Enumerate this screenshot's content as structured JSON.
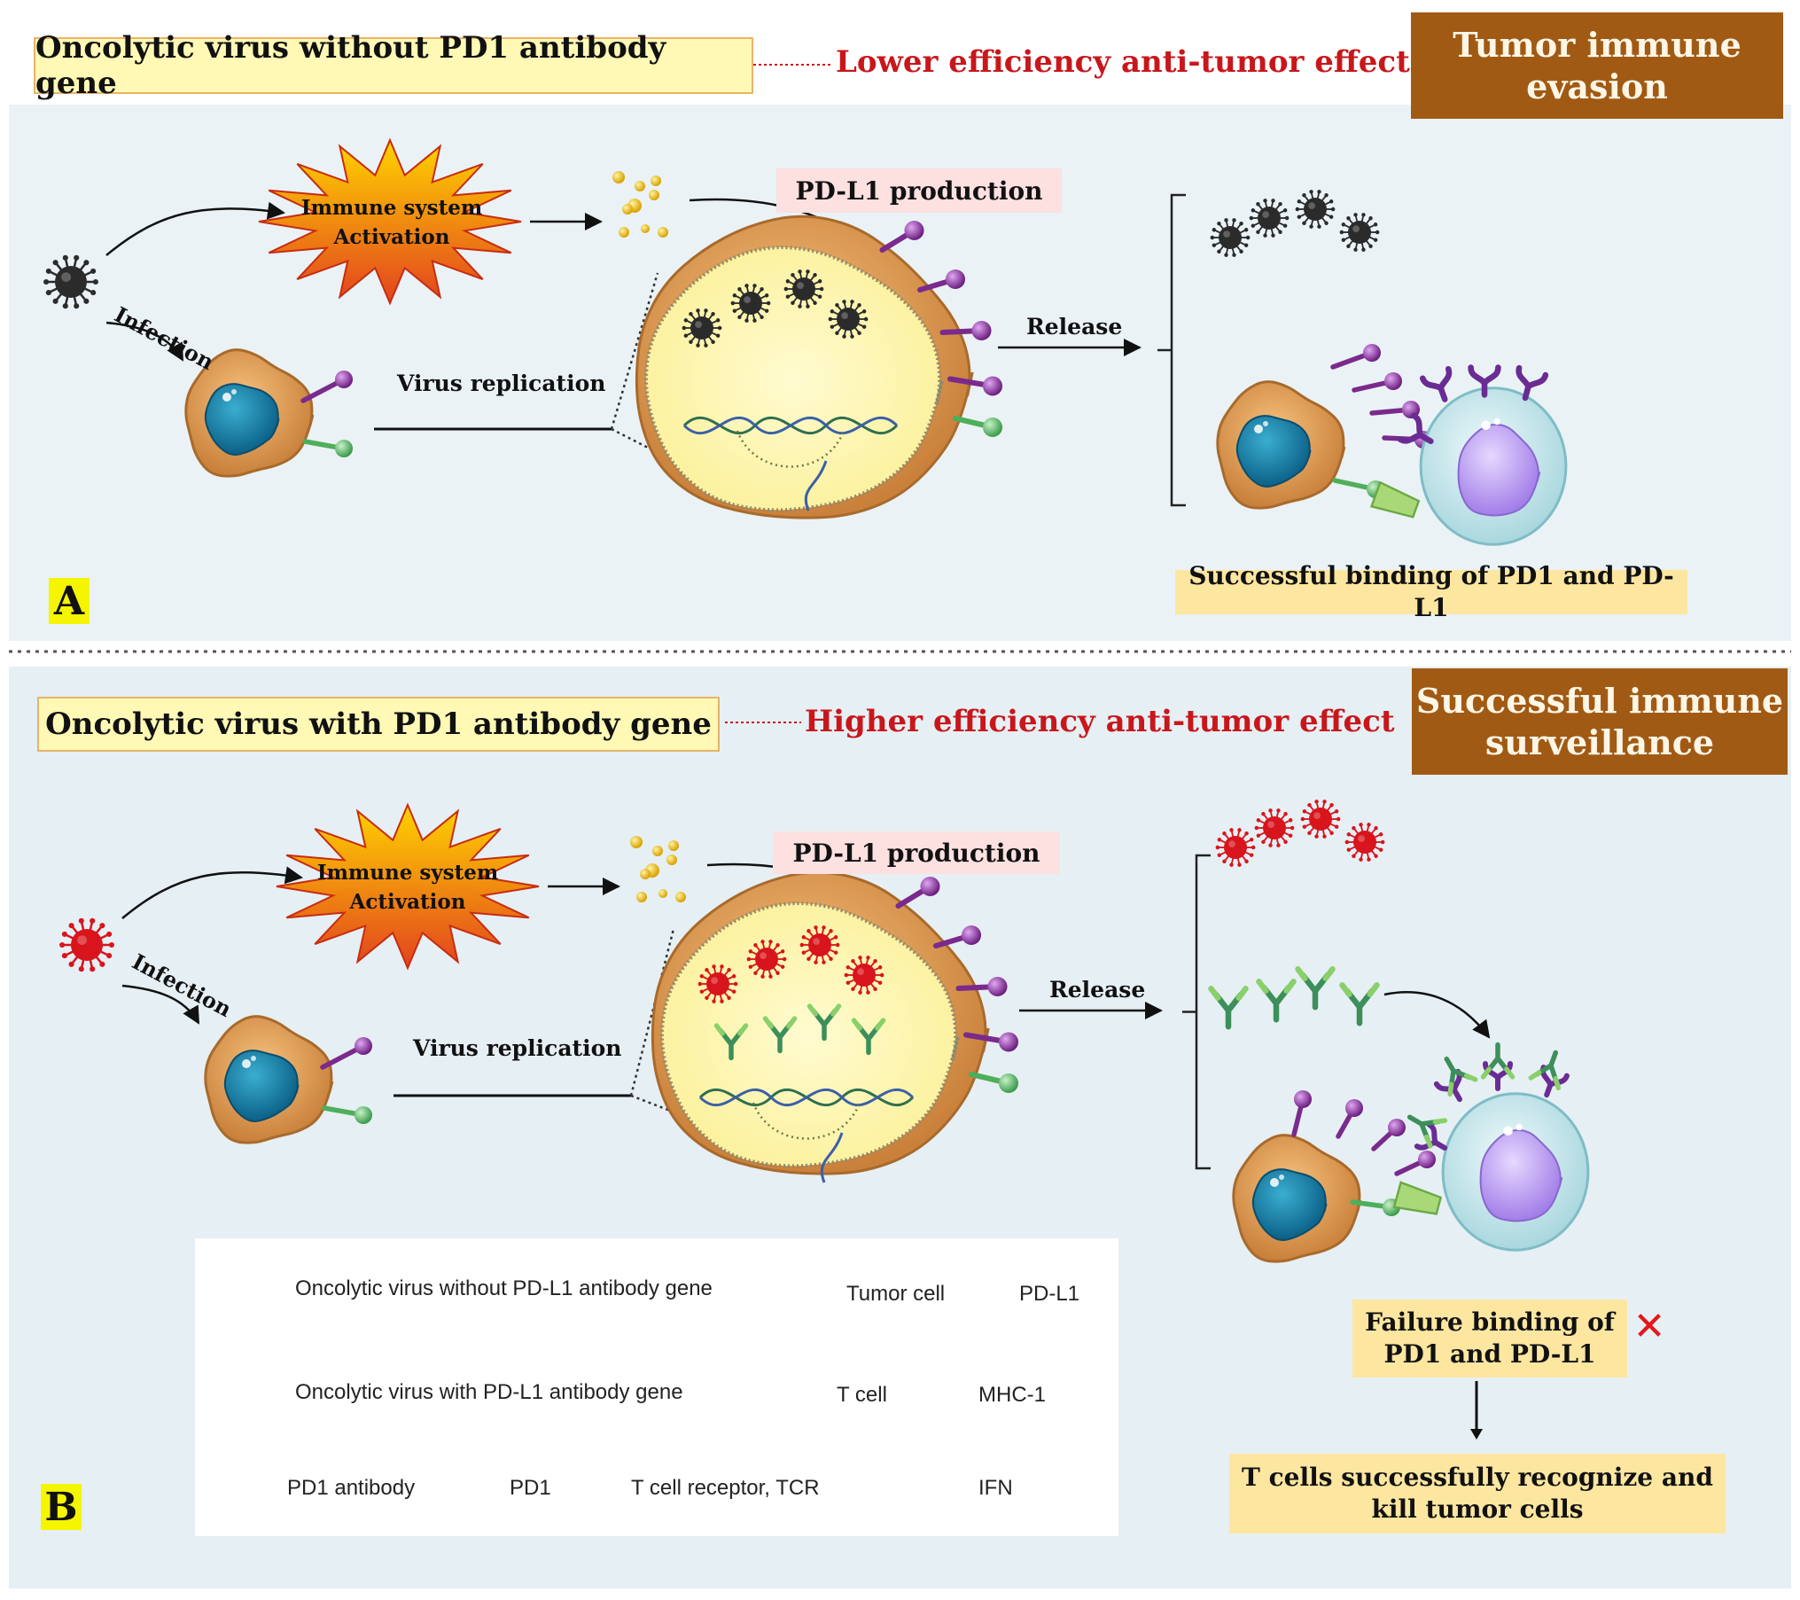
{
  "panelA": {
    "heading": "Oncolytic virus without PD1 antibody gene",
    "effect": "Lower efficiency anti-tumor effect",
    "outcome": "Tumor immune evasion",
    "immune_activation": "Immune system Activation",
    "pdl1_production": "PD-L1 production",
    "infection": "Infection",
    "virus_replication": "Virus replication",
    "release": "Release",
    "result": "Successful binding of PD1 and PD-L1",
    "letter": "A"
  },
  "panelB": {
    "heading": "Oncolytic virus with PD1 antibody gene",
    "effect": "Higher efficiency anti-tumor effect",
    "outcome": "Successful immune surveillance",
    "immune_activation": "Immune system Activation",
    "pdl1_production": "PD-L1 production",
    "infection": "Infection",
    "virus_replication": "Virus replication",
    "release": "Release",
    "failure": "Failure binding of PD1 and PD-L1",
    "result": "T cells successfully recognize and kill tumor cells",
    "letter": "B"
  },
  "legend": {
    "virus_without": "Oncolytic virus without PD-L1 antibody gene",
    "virus_with": "Oncolytic virus with PD-L1 antibody gene",
    "tumor_cell": "Tumor cell",
    "t_cell": "T cell",
    "pdl1": "PD-L1",
    "mhc1": "MHC-1",
    "pd1_antibody": "PD1 antibody",
    "pd1": "PD1",
    "tcr": "T cell receptor, TCR",
    "ifn": "IFN"
  },
  "colors": {
    "panel_bg": "#e8f1f5",
    "virus_dark": "#2b2b2b",
    "virus_red": "#d8141c",
    "pdl1": "#7a2a8c",
    "mhc": "#4fae5a",
    "antibody": "#3c8f5a",
    "pd1": "#6a2c93",
    "outcome_box": "#a15a14",
    "effect_text": "#c8171b"
  }
}
